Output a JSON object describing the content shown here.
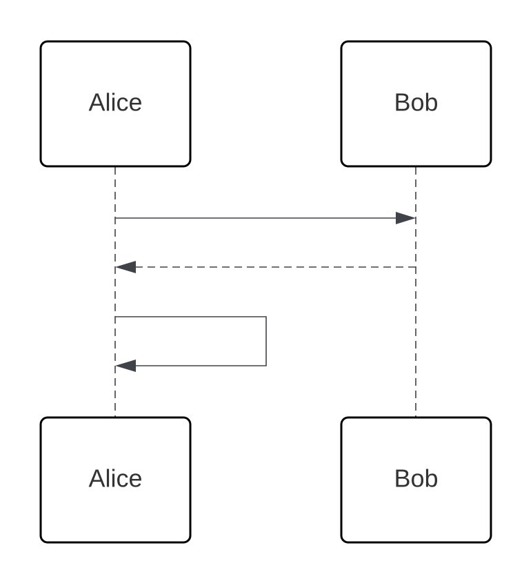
{
  "participants": {
    "alice": {
      "label": "Alice"
    },
    "bob": {
      "label": "Bob"
    }
  },
  "messages": [
    {
      "from": "Alice",
      "to": "Bob",
      "style": "solid"
    },
    {
      "from": "Bob",
      "to": "Alice",
      "style": "dashed"
    },
    {
      "from": "Alice",
      "to": "Alice",
      "style": "solid"
    }
  ],
  "colors": {
    "box_stroke": "#000000",
    "label_text": "#333333",
    "arrow": "#3f4349"
  }
}
